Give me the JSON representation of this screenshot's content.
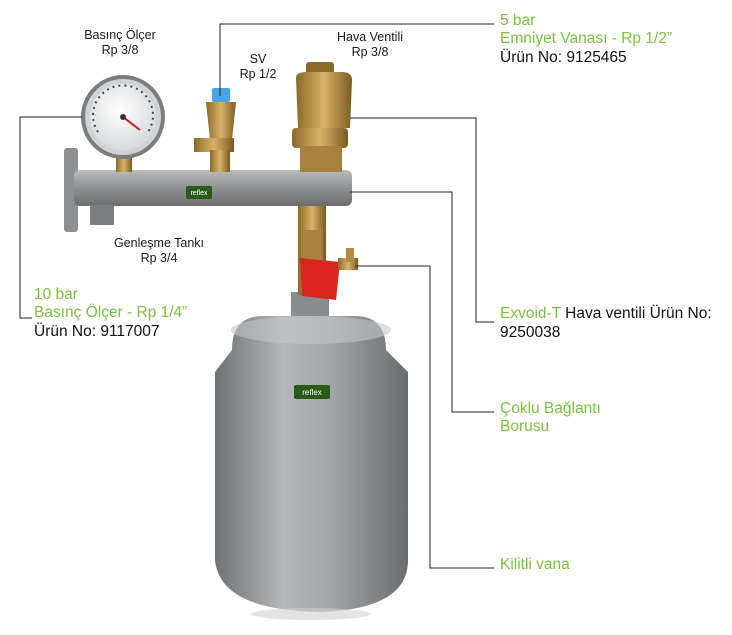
{
  "labels": {
    "pressure_gauge": {
      "line1": "Basınç Ölçer",
      "line2": "Rp 3/8"
    },
    "sv": {
      "line1": "SV",
      "line2": "Rp 1/2"
    },
    "air_vent": {
      "line1": "Hava Ventili",
      "line2": "Rp 3/8"
    },
    "expansion_tank": {
      "line1": "Genleşme Tankı",
      "line2": "Rp 3/4"
    }
  },
  "callouts": {
    "safety_valve": {
      "line1": "5 bar",
      "line2": "Emniyet Vanası - Rp 1/2”",
      "product": "Ürün No: 9125465"
    },
    "gauge": {
      "line1": "10 bar",
      "line2": "Basınç Ölçer - Rp 1/4”",
      "product": "Ürün No: 9117007"
    },
    "exvoid": {
      "brand": "Exvoid-T",
      "text": " Hava ventili Ürün No:",
      "product": "9250038"
    },
    "manifold": {
      "line1": "Çoklu Bağlantı",
      "line2": "Borusu"
    },
    "lock_valve": {
      "line1": "Kilitli vana"
    }
  },
  "logos": {
    "brand": "reflex"
  },
  "colors": {
    "accent_green": "#7bbf3f",
    "leader_line": "#222222",
    "tank_gray": "#9a9c9e"
  }
}
